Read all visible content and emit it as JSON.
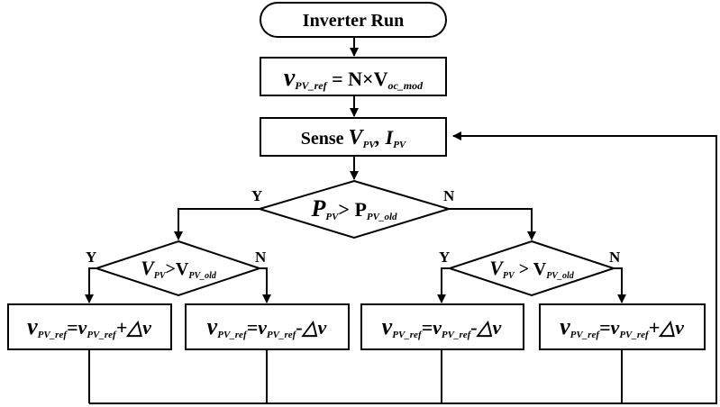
{
  "start": {
    "text": "Inverter Run"
  },
  "init": {
    "v": "v",
    "sub": "PV_ref",
    "rest": " = N×V",
    "sub2": "oc_mod"
  },
  "sense": {
    "pre": "Sense ",
    "v": "V",
    "vsub": "PV",
    "sep": ", I",
    "isub": "PV"
  },
  "decision_p": {
    "a": "P",
    "asub": "PV",
    "op": "> P",
    "bsub": "PV_old"
  },
  "decision_v_left": {
    "a": "V",
    "asub": "PV",
    "op": ">V",
    "bsub": "PV_old"
  },
  "decision_v_right": {
    "a": "V",
    "asub": "PV",
    "op": " > V",
    "bsub": "PV_old"
  },
  "yes_label": "Y",
  "no_label": "N",
  "actions": [
    {
      "lhs": "v",
      "lsub": "PV_ref",
      "eq": "=v",
      "rsub": "PV_ref",
      "op": "+△v"
    },
    {
      "lhs": "v",
      "lsub": "PV_ref",
      "eq": "=v",
      "rsub": "PV_ref",
      "op": "-△v"
    },
    {
      "lhs": "v",
      "lsub": "PV_ref",
      "eq": "=v",
      "rsub": "PV_ref",
      "op": "-△v"
    },
    {
      "lhs": "v",
      "lsub": "PV_ref",
      "eq": "=v",
      "rsub": "PV_ref",
      "op": "+△v"
    }
  ]
}
